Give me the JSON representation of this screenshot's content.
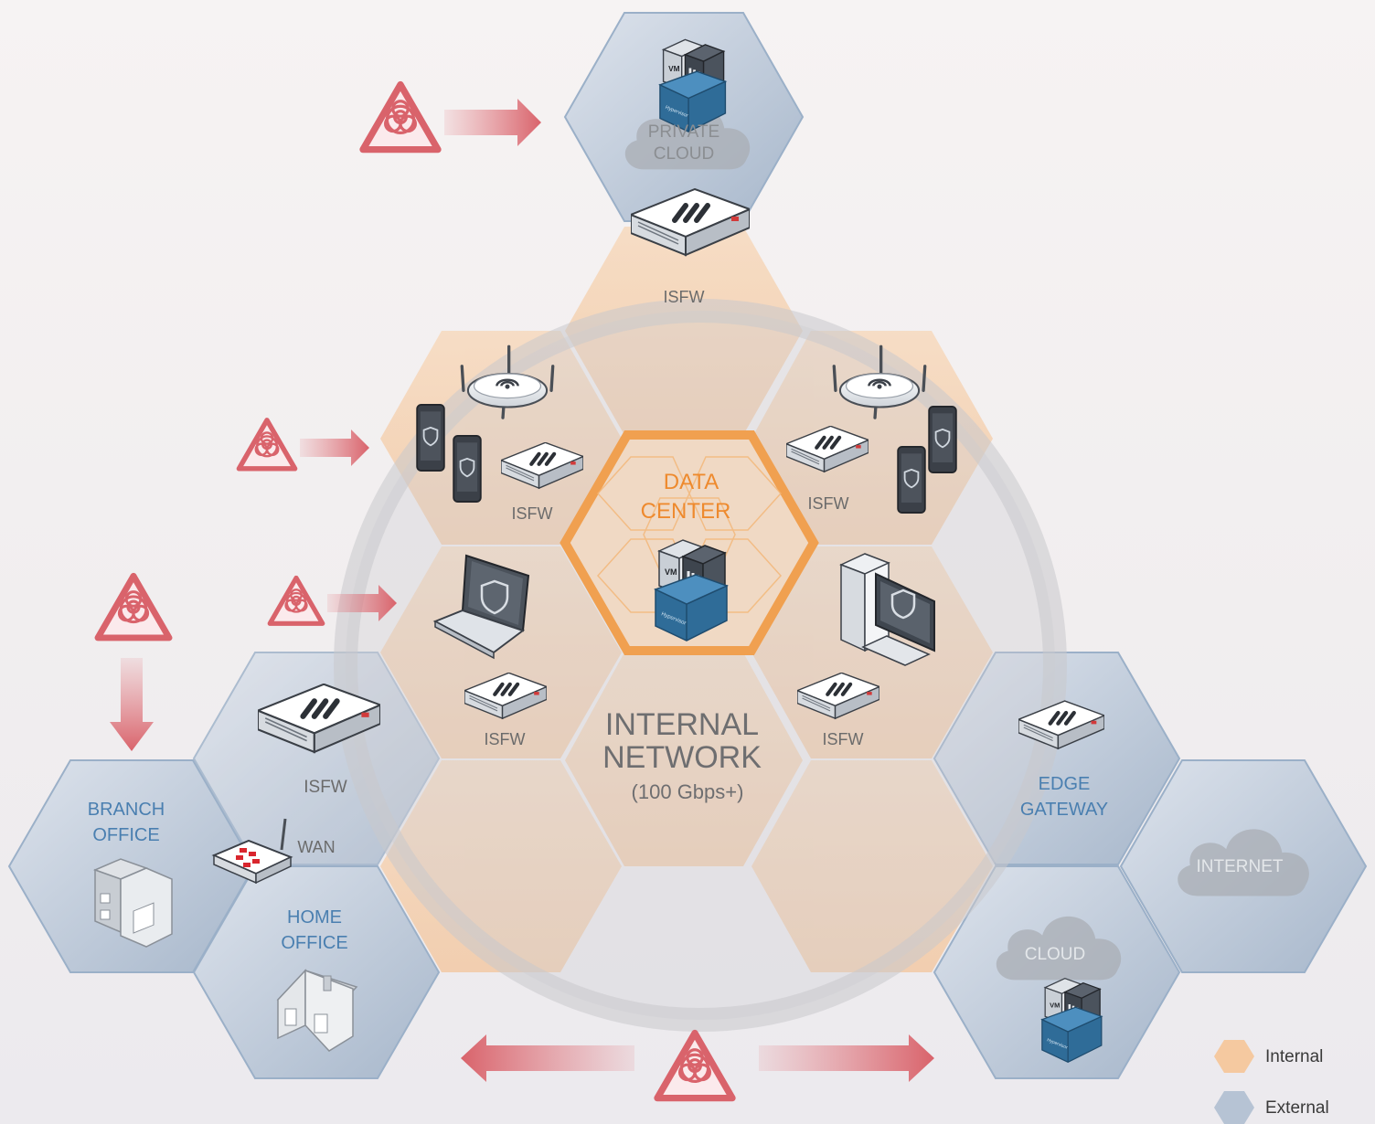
{
  "colors": {
    "internal_fill": "#f5c9a0",
    "external_fill": "#b6c3d4",
    "data_center_stroke": "#f0a050",
    "threat": "#d9636b",
    "label_blue": "#4a7fb0",
    "label_orange": "#ee8a2e",
    "label_gray": "#6b6b6b"
  },
  "labels": {
    "private_cloud_line1": "PRIVATE",
    "private_cloud_line2": "CLOUD",
    "isfw_top": "ISFW",
    "isfw_upper_left": "ISFW",
    "isfw_upper_right": "ISFW",
    "isfw_mid_left": "ISFW",
    "isfw_mid_right": "ISFW",
    "isfw_branch": "ISFW",
    "data_center_line1": "DATA",
    "data_center_line2": "CENTER",
    "internal_network_line1": "INTERNAL",
    "internal_network_line2": "NETWORK",
    "internal_network_speed": "(100 Gbps+)",
    "branch_office_line1": "BRANCH",
    "branch_office_line2": "OFFICE",
    "home_office_line1": "HOME",
    "home_office_line2": "OFFICE",
    "wan": "WAN",
    "edge_gateway_line1": "EDGE",
    "edge_gateway_line2": "GATEWAY",
    "internet": "INTERNET",
    "cloud": "CLOUD"
  },
  "legend": {
    "internal": "Internal",
    "external": "External"
  },
  "device_marks": {
    "vm": "VM",
    "hypervisor": "Hypervisor"
  },
  "icons": [
    "biohazard-icon",
    "firewall-appliance-icon",
    "wireless-access-point-icon",
    "smartphone-icon",
    "laptop-icon",
    "desktop-computer-icon",
    "server-vm-icon",
    "router-icon",
    "office-building-icon",
    "house-icon",
    "cloud-icon"
  ]
}
